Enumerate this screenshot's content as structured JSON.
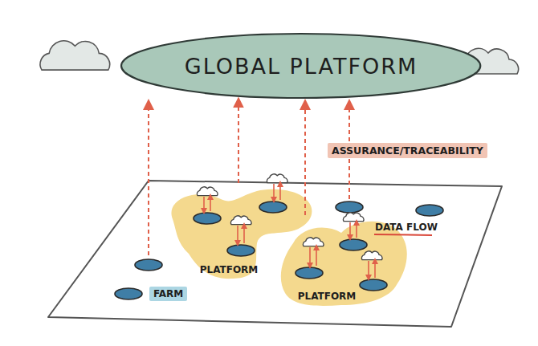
{
  "diagram": {
    "nodes": [
      {
        "text": [
          "GLOBAL PLATFORM"
        ]
      },
      {
        "text": [
          "PLATFORM"
        ]
      },
      {
        "text": [
          "PLATFORM"
        ]
      }
    ],
    "edges": [
      {
        "from": 1,
        "to": 0,
        "arrow": "to"
      },
      {
        "from": 2,
        "to": 0,
        "arrow": "to"
      }
    ],
    "labels": [
      "ASSURANCE/TRACEABILITY",
      "DATA FLOW",
      "FARM"
    ]
  }
}
